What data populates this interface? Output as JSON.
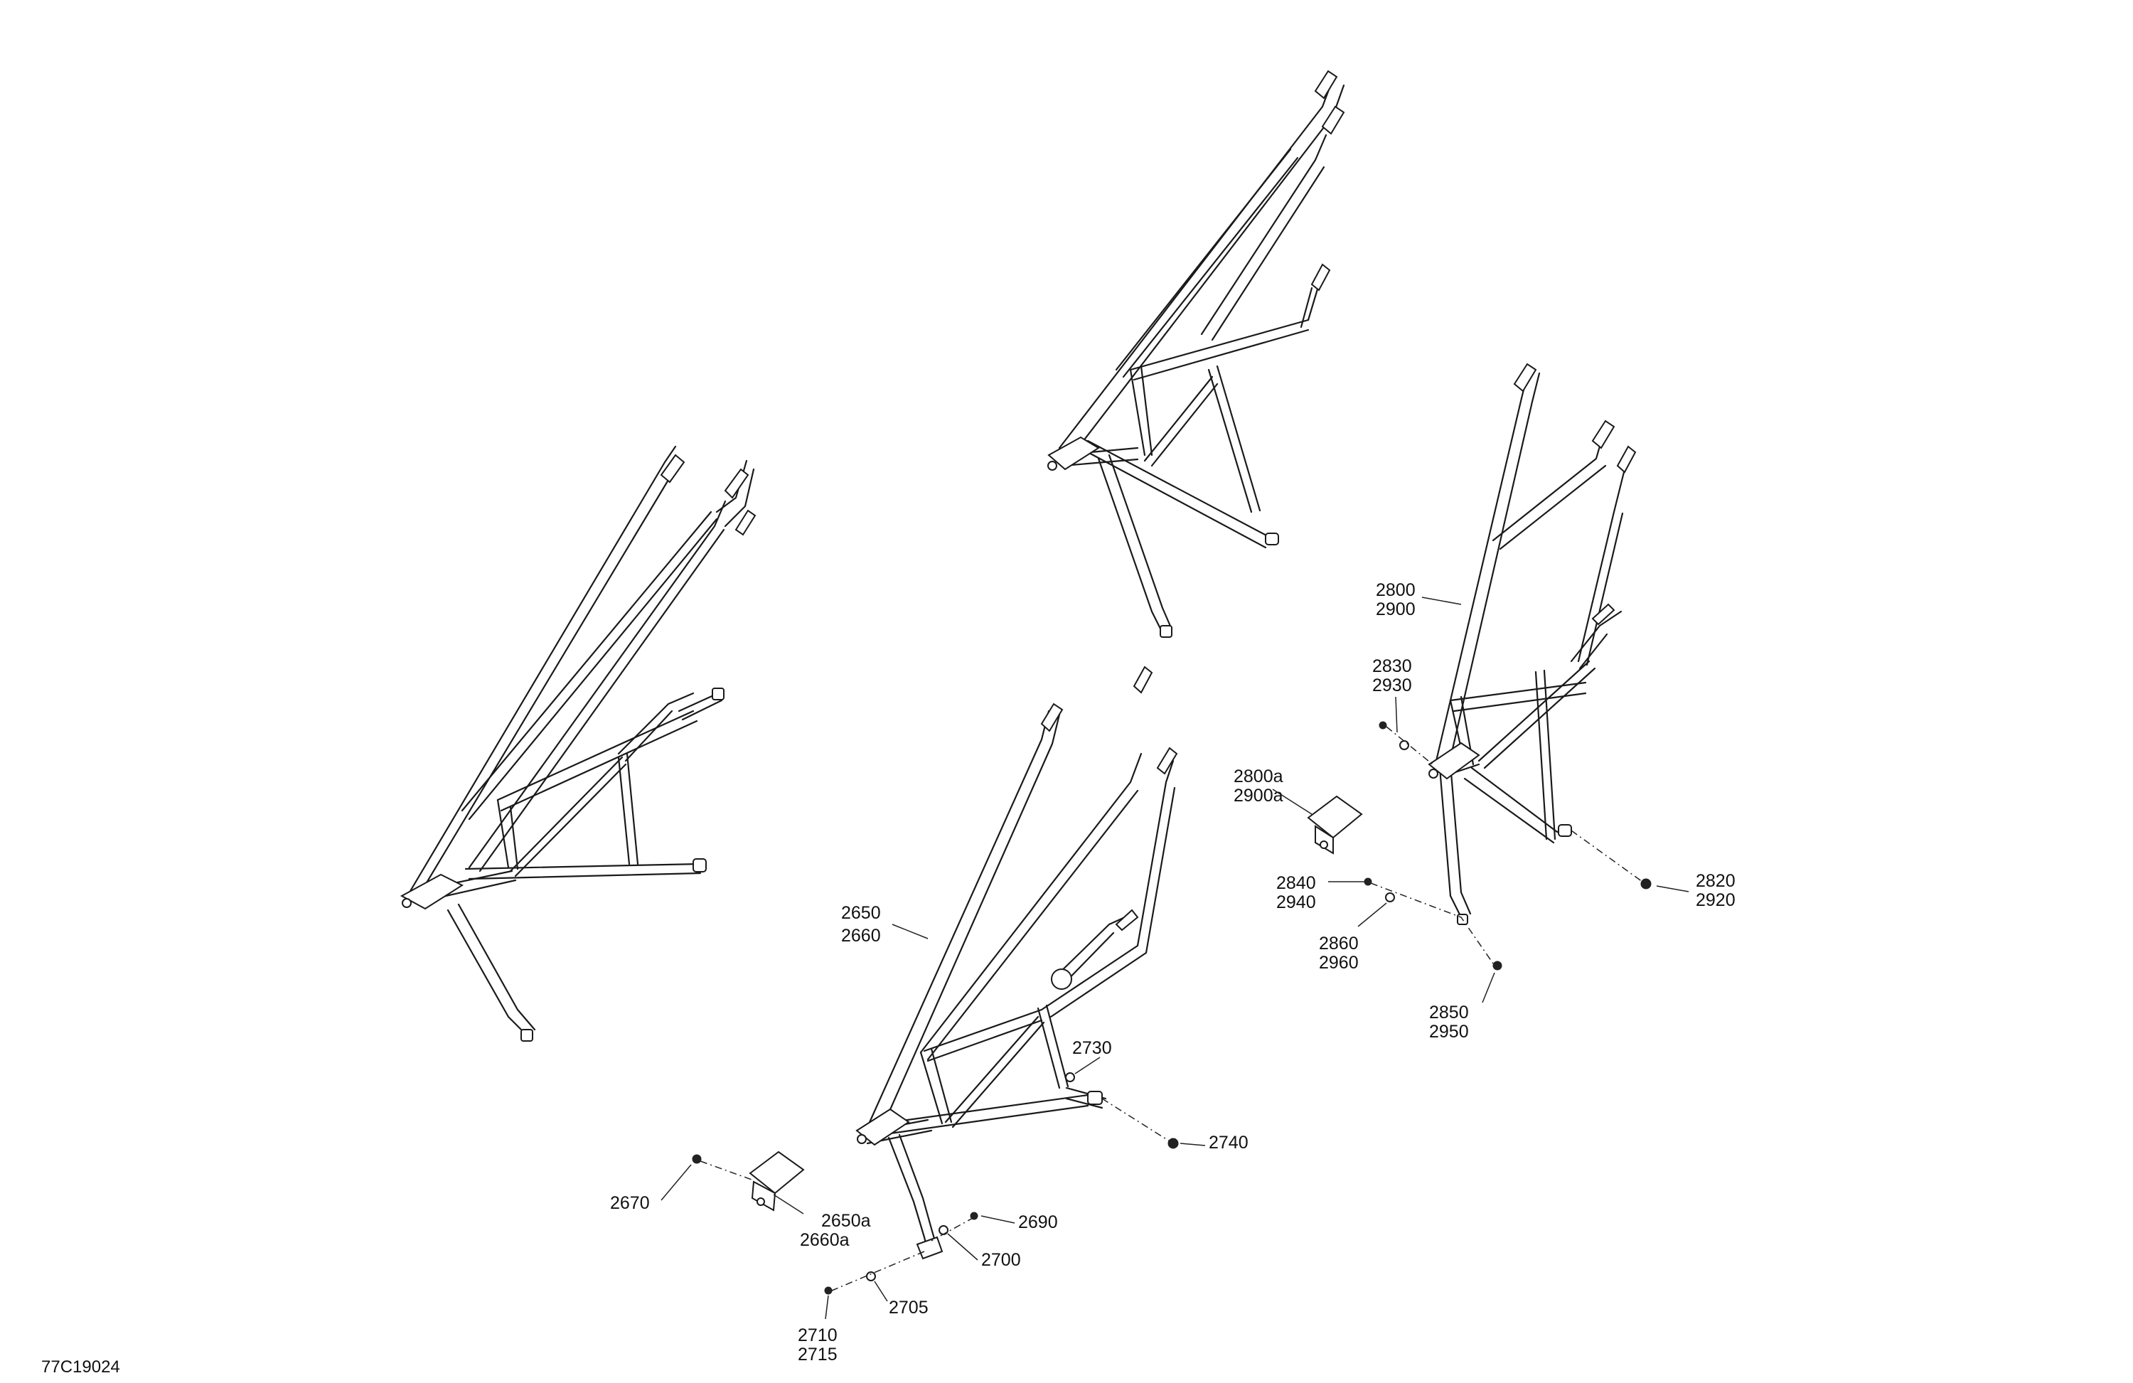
{
  "figure_code": "77C19024",
  "callouts": [
    {
      "id": "c-2800",
      "lines": [
        "2800",
        "2900"
      ]
    },
    {
      "id": "c-2830",
      "lines": [
        "2830",
        "2930"
      ]
    },
    {
      "id": "c-2800a",
      "lines": [
        "2800a",
        "2900a"
      ]
    },
    {
      "id": "c-2840",
      "lines": [
        "2840",
        "2940"
      ]
    },
    {
      "id": "c-2860",
      "lines": [
        "2860",
        "2960"
      ]
    },
    {
      "id": "c-2820",
      "lines": [
        "2820",
        "2920"
      ]
    },
    {
      "id": "c-2850",
      "lines": [
        "2850",
        "2950"
      ]
    },
    {
      "id": "c-2650",
      "lines": [
        "2650",
        "2660"
      ]
    },
    {
      "id": "c-2730",
      "lines": [
        "2730"
      ]
    },
    {
      "id": "c-2740",
      "lines": [
        "2740"
      ]
    },
    {
      "id": "c-2670",
      "lines": [
        "2670"
      ]
    },
    {
      "id": "c-2650a",
      "lines": [
        "2650a",
        "2660a"
      ]
    },
    {
      "id": "c-2690",
      "lines": [
        "2690"
      ]
    },
    {
      "id": "c-2700",
      "lines": [
        "2700"
      ]
    },
    {
      "id": "c-2705",
      "lines": [
        "2705"
      ]
    },
    {
      "id": "c-2710",
      "lines": [
        "2710",
        "2715"
      ]
    }
  ]
}
